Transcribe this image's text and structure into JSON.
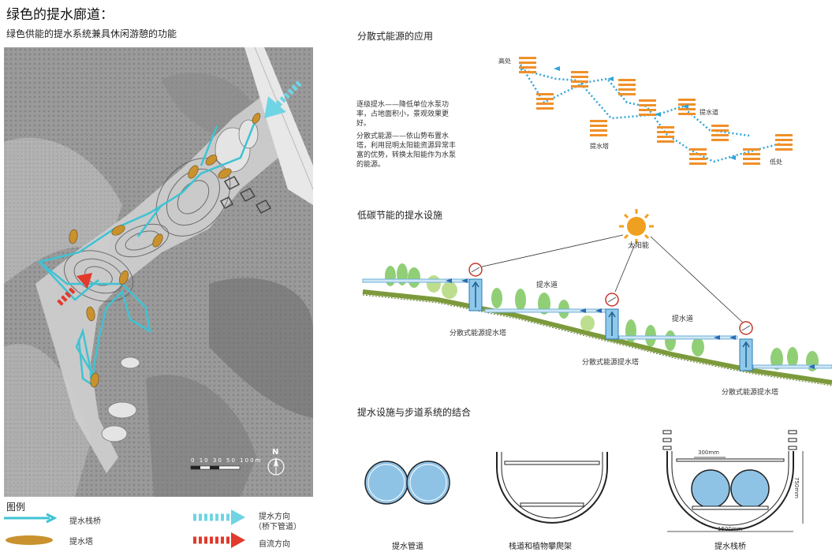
{
  "title": "绿色的提水廊道：",
  "subtitle": "绿色供能的提水系统兼具休闲游憩的功能",
  "map": {
    "scale_ticks": [
      "0",
      "10",
      "30",
      "50",
      "100m"
    ],
    "north": "N"
  },
  "legend": {
    "heading": "图例",
    "items": [
      {
        "label": "提水栈桥",
        "color": "#3ec3d3"
      },
      {
        "label": "提水塔",
        "color": "#c9922e"
      },
      {
        "label": "提水方向",
        "sub": "（桥下管道）",
        "color": "#6fd4e4"
      },
      {
        "label": "自流方向",
        "color": "#e23a2c"
      }
    ]
  },
  "energy": {
    "heading": "分散式能源的应用",
    "para1": "逐级提水——降低单位水泵功率，占地面积小，景观效果更好。",
    "para2": "分散式能源——依山势布置水塔，利用昆明太阳能资源异常丰富的优势，转换太阳能作为水泵的能源。",
    "high": "高处",
    "low": "低处",
    "tower": "提水塔",
    "channel": "提水道",
    "accent": "#f0902a",
    "arrow_color": "#2fa5d8"
  },
  "lowcarbon": {
    "heading": "低碳节能的提水设施",
    "sun": "太阳能",
    "channel": "提水道",
    "tower": "分散式能源提水塔"
  },
  "combine": {
    "heading": "提水设施与步道系统的结合",
    "labels": [
      "提水管道",
      "栈道和植物攀爬架",
      "提水栈桥"
    ],
    "dim_width": "300mm",
    "dim_bottom": "1500mm",
    "dim_height": "750mm",
    "pipe_color": "#8fc3e6"
  }
}
